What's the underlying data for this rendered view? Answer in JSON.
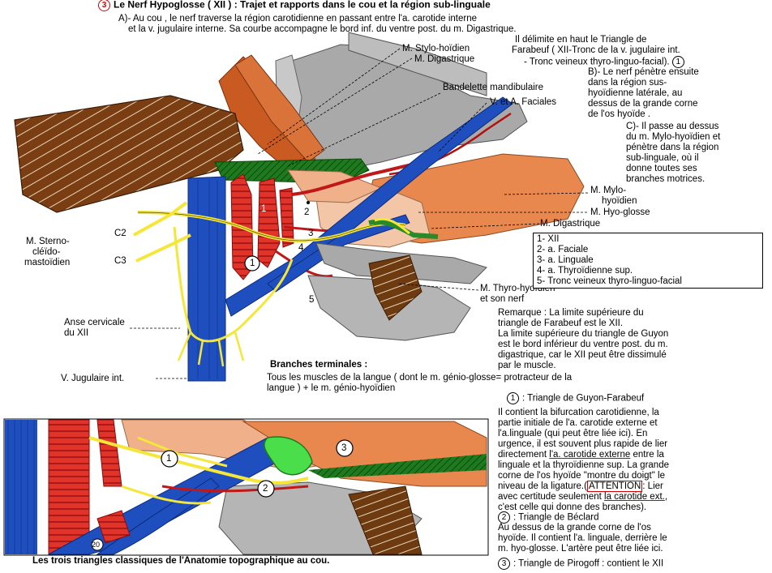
{
  "title": {
    "num": "3",
    "text": "Le Nerf Hypoglosse ( XII ) : Trajet et rapports dans le cou et la région sub-linguale"
  },
  "sectionA": [
    "A)- Au cou , le nerf traverse la région carotidienne en passant  entre l'a. carotide interne",
    "et la v. jugulaire interne. Sa courbe accompagne le bord inf. du ventre post. du m. Digastrique.",
    "Il délimite en haut le Triangle de",
    "Farabeuf ( XII-Tronc de la v. jugulaire int.",
    "- Tronc veineux thyro-linguo-facial).",
    "1"
  ],
  "sectionB": [
    "B)- Le nerf pénètre ensuite",
    "dans la région sus-",
    "hyoïdienne latérale, au",
    "dessus de la grande corne",
    "de l'os hyoïde ."
  ],
  "sectionC": [
    "C)- Il passe au dessus",
    "du m. Mylo-hyoïdien et",
    "pénètre dans la région",
    "sub-linguale, où il",
    "donne toutes ses",
    "branches motrices."
  ],
  "labels": {
    "stylo": "M. Stylo-hoïdien",
    "digas": "M. Digastrique",
    "bandelette": "Bandelette mandibulaire",
    "faciales": "V. et A. Faciales",
    "mylo1": "M. Mylo-",
    "mylo2": "hyoïdien",
    "hyoglosse": "M. Hyo-glosse",
    "digas2": "M. Digastrique",
    "c2": "C2",
    "c3": "C3",
    "sterno1": "M. Sterno-",
    "sterno2": "cléïdo-",
    "sterno3": "mastoïdien",
    "anse1": "Anse cervicale",
    "anse2": "du XII",
    "jugulaire": "V. Jugulaire int.",
    "thyro1": "M. Thyro-hyoïdien",
    "thyro2": "et son nerf",
    "n1": "1",
    "n2": "2",
    "n3": "3",
    "n4": "4",
    "n5": "5",
    "tri1": "1",
    "btri1": "1",
    "btri2": "2",
    "btri3": "3",
    "b20": "20"
  },
  "legend": [
    "1- XII",
    "2- a. Faciale",
    "3- a. Linguale",
    "4- a. Thyroïdienne sup.",
    "5- Tronc veineux thyro-linguo-facial"
  ],
  "remarque": [
    "Remarque : La limite supérieure du",
    "triangle de Farabeuf est le XII.",
    "La limite supérieure du triangle de Guyon",
    "est le bord inférieur du ventre post. du m.",
    "digastrique, car le XII peut être dissimulé",
    "par le muscle."
  ],
  "branches": {
    "title": "Branches terminales :",
    "line1": "Tous les muscles de la langue ( dont le m. génio-glosse= protracteur de la",
    "line2": "langue )  + le m. génio-hyoïdien"
  },
  "guyon": {
    "num": "1",
    "title": ": Triangle de Guyon-Farabeuf",
    "l1": "Il contient la bifurcation carotidienne,  la",
    "l2": "partie initiale de l'a. carotide externe et",
    "l3": "l'a.linguale (qui peut être liée ici). En",
    "l4": "urgence, il est souvent plus rapide de lier",
    "l5a": "directement ",
    "l5b": "l'a. carotide externe",
    "l5c": "  entre la",
    "l6": "linguale et la thyroïdienne sup. La grande",
    "l7": "corne de l'os hyoïde \"montre du doigt\" le",
    "l8a": "niveau de la ligature.(",
    "l8b": "ATTENTION",
    "l8c": ": Lier",
    "l9a": "avec certitude seulement  ",
    "l9b": "la carotide ext.",
    "l9c": ",",
    "l10": "c'est celle qui donne des branches)."
  },
  "beclard": {
    "num": "2",
    "title": ": Triangle de Béclard",
    "l1": "Au dessus de la grande corne de l'os",
    "l2": "hyoïde. Il contient l'a. linguale, derrière le",
    "l3": "m. hyo-glosse. L'artère peut  être liée ici."
  },
  "pirogoff": {
    "num": "3",
    "text": ": Triangle de Pirogoff  : contient le XII"
  },
  "caption": "Les trois triangles classiques de l'Anatomie topographique  au cou."
}
